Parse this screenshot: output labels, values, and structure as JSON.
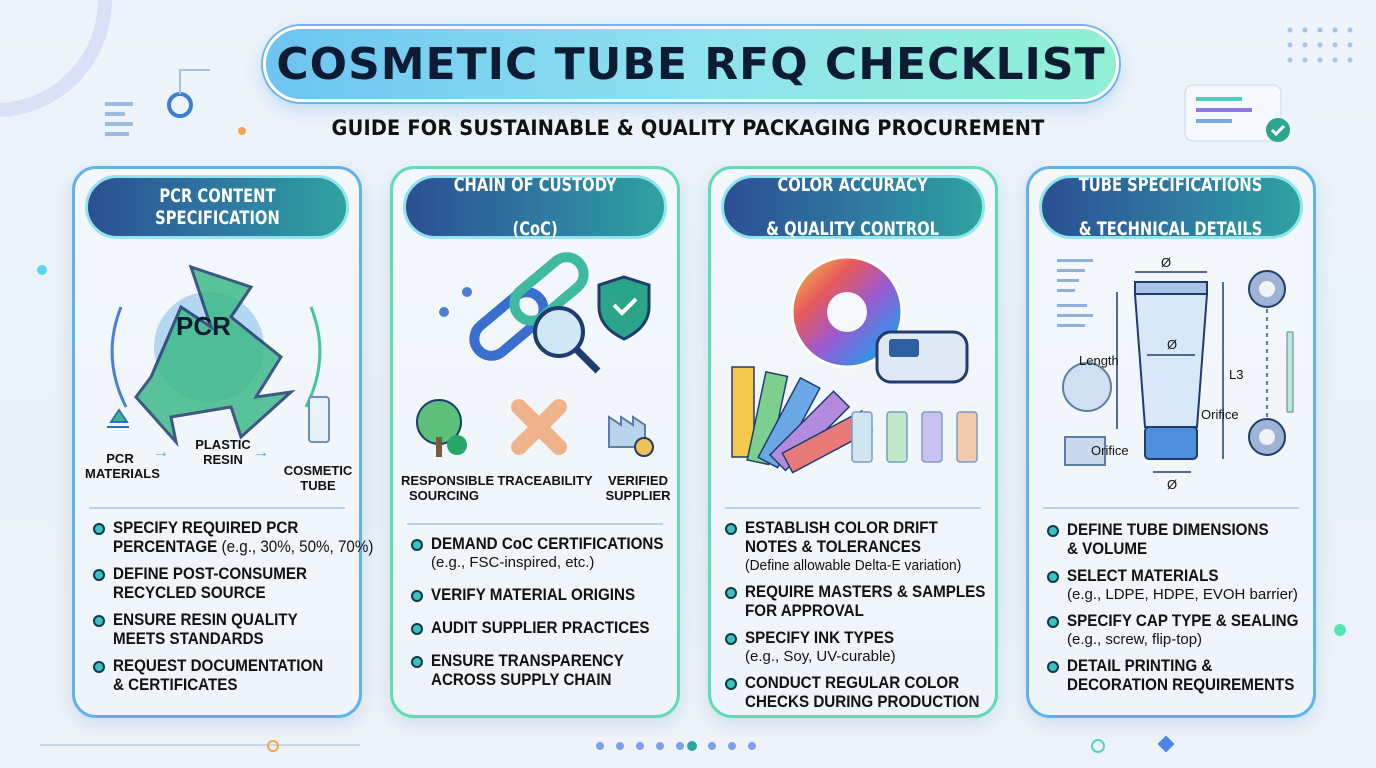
{
  "header": {
    "title": "COSMETIC TUBE RFQ CHECKLIST",
    "subtitle": "GUIDE FOR SUSTAINABLE & QUALITY PACKAGING PROCUREMENT"
  },
  "colors": {
    "panel_border_blue": "#5fb3ea",
    "panel_border_green": "#5fdcb4",
    "header_pill": "#2c4f94",
    "bullet_dot": "#3bc0c4"
  },
  "panels": [
    {
      "title_line1": "PCR CONTENT",
      "title_line2": "SPECIFICATION",
      "art": {
        "badge": "PCR",
        "flow": [
          "PCR MATERIALS",
          "PLASTIC RESIN",
          "COSMETIC TUBE"
        ],
        "icons": [
          "recycle-icon",
          "globe-icon",
          "tube-icon",
          "arrow-right-icon"
        ]
      },
      "bullets": [
        {
          "text": "SPECIFY REQUIRED PCR",
          "text2": "PERCENTAGE",
          "note": "(e.g., 30%, 50%, 70%)"
        },
        {
          "text": "DEFINE POST-CONSUMER",
          "text2": "RECYCLED SOURCE"
        },
        {
          "text": "ENSURE RESIN QUALITY",
          "text2": "MEETS STANDARDS"
        },
        {
          "text": "REQUEST DOCUMENTATION",
          "text2": "& CERTIFICATES"
        }
      ]
    },
    {
      "title_line1": "CHAIN OF CUSTODY",
      "title_line2": "(CoC)",
      "art": {
        "labels": [
          "RESPONSIBLE SOURCING",
          "TRACEABILITY",
          "VERIFIED SUPPLIER"
        ],
        "icons": [
          "chain-link-icon",
          "magnifier-icon",
          "shield-check-icon",
          "tree-icon",
          "handshake-icon",
          "factory-icon"
        ]
      },
      "bullets": [
        {
          "text": "DEMAND CoC CERTIFICATIONS",
          "note": "(e.g., FSC-inspired, etc.)"
        },
        {
          "text": "VERIFY MATERIAL ORIGINS"
        },
        {
          "text": "AUDIT SUPPLIER PRACTICES"
        },
        {
          "text": "ENSURE TRANSPARENCY",
          "text2": "ACROSS SUPPLY CHAIN"
        }
      ]
    },
    {
      "title_line1": "COLOR ACCURACY",
      "title_line2": "& QUALITY CONTROL",
      "art": {
        "icons": [
          "color-wheel-icon",
          "spectrophotometer-icon",
          "swatch-fan-icon",
          "sample-tubes-icon"
        ]
      },
      "bullets": [
        {
          "text": "ESTABLISH COLOR DRIFT",
          "text2": "NOTES & TOLERANCES",
          "note": "(Define allowable Delta-E variation)"
        },
        {
          "text": "REQUIRE MASTERS & SAMPLES",
          "text2": "FOR APPROVAL"
        },
        {
          "text": "SPECIFY INK TYPES",
          "note": "(e.g., Soy, UV-curable)"
        },
        {
          "text": "CONDUCT REGULAR COLOR",
          "text2": "CHECKS DURING PRODUCTION"
        }
      ]
    },
    {
      "title_line1": "TUBE SPECIFICATIONS",
      "title_line2": "& TECHNICAL DETAILS",
      "art": {
        "dim_labels": {
          "diameter": "Ø",
          "length": "Length",
          "l3": "L3",
          "orifice": "Orifice"
        },
        "icons": [
          "gear-icon",
          "tube-diagram-icon"
        ]
      },
      "bullets": [
        {
          "text": "DEFINE TUBE DIMENSIONS",
          "text2": "& VOLUME"
        },
        {
          "text": "SELECT MATERIALS",
          "note": "(e.g., LDPE, HDPE, EVOH barrier)"
        },
        {
          "text": "SPECIFY CAP TYPE & SEALING",
          "note": "(e.g., screw, flip-top)"
        },
        {
          "text": "DETAIL PRINTING &",
          "text2": "DECORATION REQUIREMENTS"
        }
      ]
    }
  ]
}
